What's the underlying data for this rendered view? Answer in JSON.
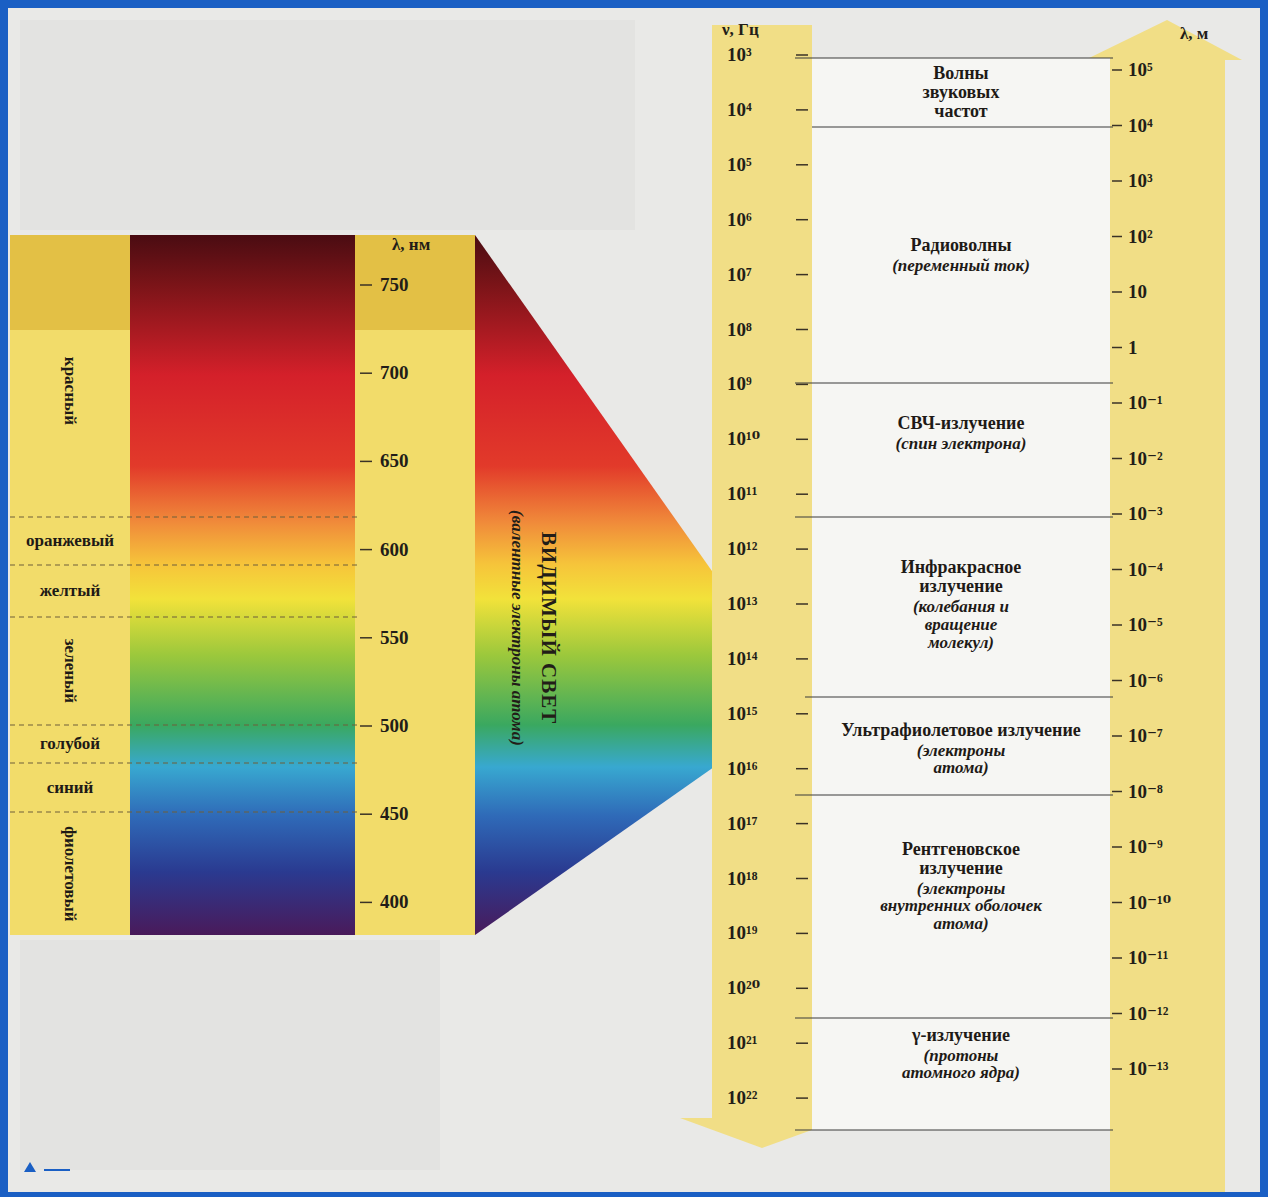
{
  "diagram": {
    "nodes": [
      {
        "text": [
          "красный"
        ]
      },
      {
        "text": [
          "оранжевый"
        ]
      },
      {
        "text": [
          "желтый"
        ]
      },
      {
        "text": [
          "зеленый"
        ]
      },
      {
        "text": [
          "голубой"
        ]
      },
      {
        "text": [
          "синий"
        ]
      },
      {
        "text": [
          "фиолетовый"
        ]
      },
      {
        "text": [
          "Волны звуковых частот"
        ]
      },
      {
        "text": [
          "Радиоволны",
          "(переменный ток)"
        ]
      },
      {
        "text": [
          "СВЧ-излучение",
          "(спин электрона)"
        ]
      },
      {
        "text": [
          "Инфракрасное излучение",
          "(колебания и вращение молекул)"
        ]
      },
      {
        "text": [
          "Ультрафиолетовое излучение",
          "(электроны атома)"
        ]
      },
      {
        "text": [
          "Рентгеновское излучение",
          "(электроны внутренних оболочек атома)"
        ]
      },
      {
        "text": [
          "γ-излучение",
          "(протоны атомного ядра)"
        ]
      }
    ],
    "labels": [
      "λ, нм",
      "750",
      "700",
      "650",
      "600",
      "550",
      "500",
      "450",
      "400",
      "ВИДИМЫЙ СВЕТ",
      "(валентные электроны атома)",
      "ν, Гц",
      "10³",
      "10⁴",
      "10⁵",
      "10⁶",
      "10⁷",
      "10⁸",
      "10⁹",
      "10¹⁰",
      "10¹¹",
      "10¹²",
      "10¹³",
      "10¹⁴",
      "10¹⁵",
      "10¹⁶",
      "10¹⁷",
      "10¹⁸",
      "10¹⁹",
      "10²⁰",
      "10²¹",
      "10²²",
      "λ, м",
      "10⁵",
      "10⁴",
      "10³",
      "10²",
      "10",
      "1",
      "10⁻¹",
      "10⁻²",
      "10⁻³",
      "10⁻⁴",
      "10⁻⁵",
      "10⁻⁶",
      "10⁻⁷",
      "10⁻⁸",
      "10⁻⁹",
      "10⁻¹⁰",
      "10⁻¹¹",
      "10⁻¹²",
      "10⁻¹³"
    ]
  }
}
